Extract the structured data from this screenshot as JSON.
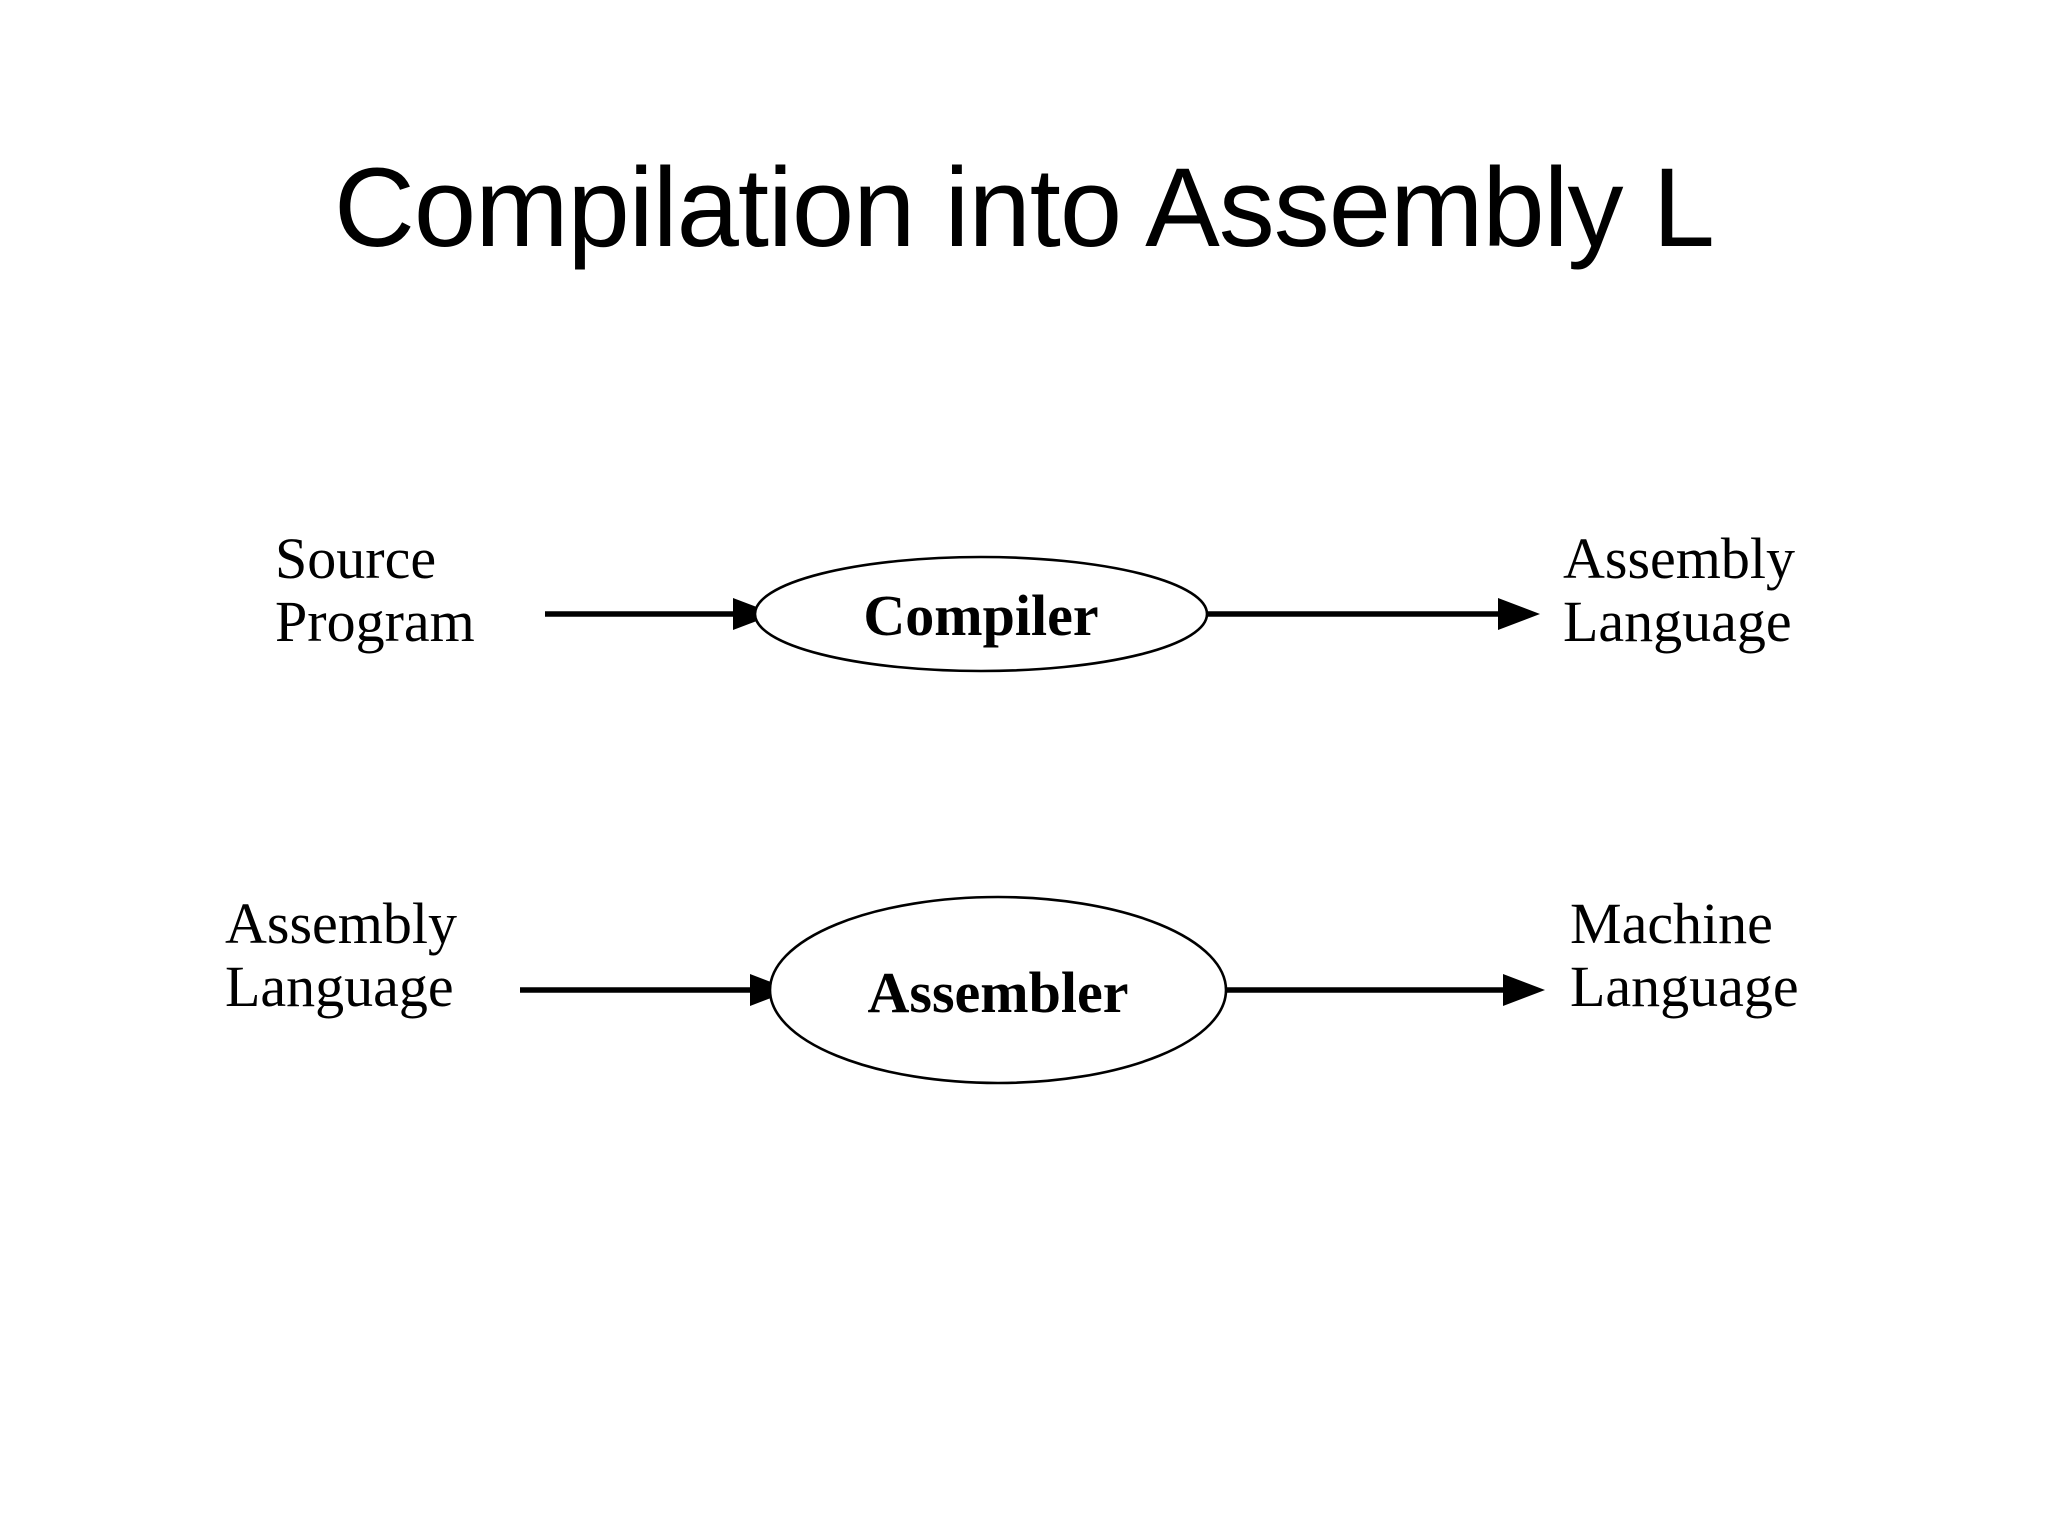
{
  "slide": {
    "title": "Compilation into Assembly L",
    "background_color": "#ffffff",
    "text_color": "#000000"
  },
  "diagram": {
    "type": "flow",
    "rows": [
      {
        "id": "compiler-stage",
        "input_label_line1": "Source",
        "input_label_line2": "Program",
        "node_label": "Compiler",
        "output_label_line1": "Assembly",
        "output_label_line2": "Language"
      },
      {
        "id": "assembler-stage",
        "input_label_line1": "Assembly",
        "input_label_line2": "Language",
        "node_label": "Assembler",
        "output_label_line1": "Machine",
        "output_label_line2": "Language"
      }
    ]
  }
}
